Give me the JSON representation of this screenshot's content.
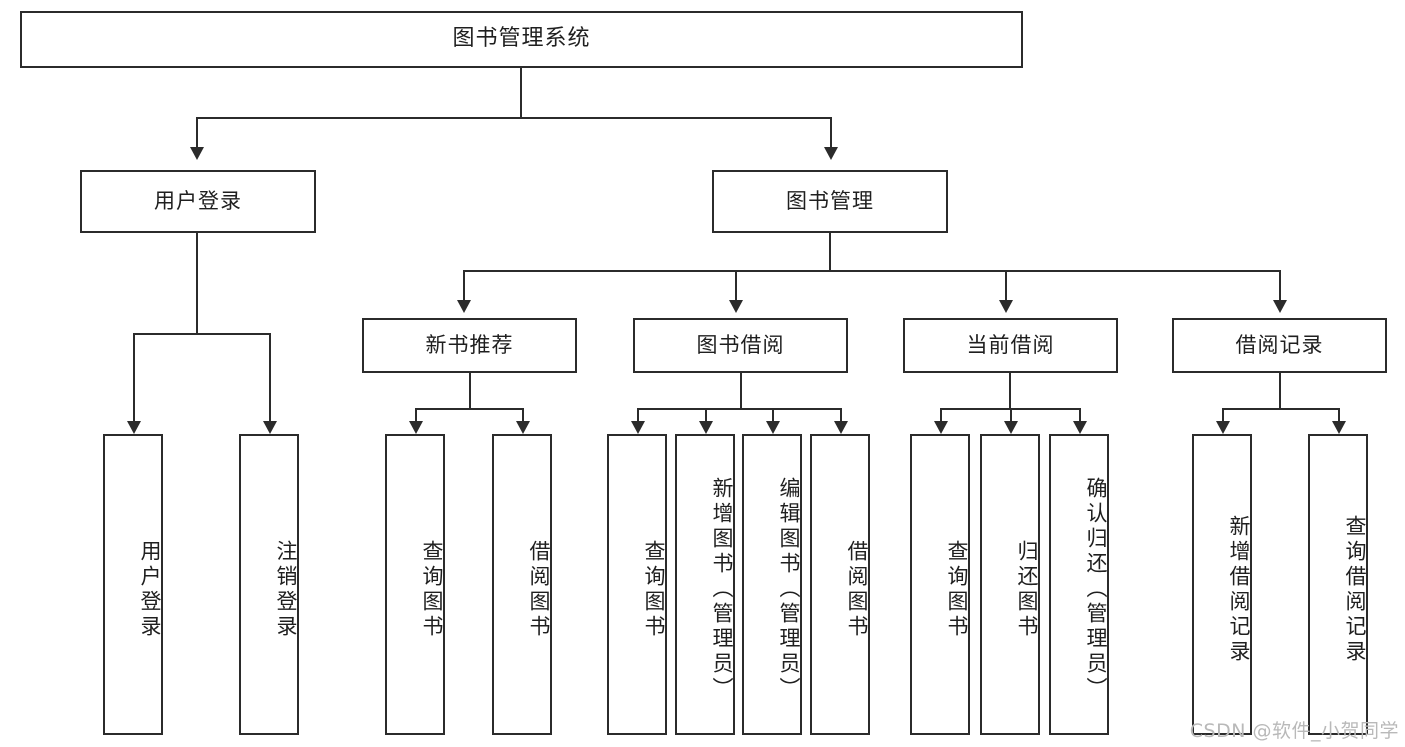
{
  "diagram": {
    "title": "图书管理系统",
    "watermark": "CSDN @软件_小贺同学",
    "level2": {
      "user_login": "用户登录",
      "book_manage": "图书管理"
    },
    "level3": {
      "new_book_rec": "新书推荐",
      "book_borrow": "图书借阅",
      "current_borrow": "当前借阅",
      "borrow_record": "借阅记录"
    },
    "leaves": {
      "user_login_1": "用户登录",
      "user_login_2": "注销登录",
      "new_book_1": "查询图书",
      "new_book_2": "借阅图书",
      "borrow_1": "查询图书",
      "borrow_2": "新增图书（管理员）",
      "borrow_3": "编辑图书（管理员）",
      "borrow_4": "借阅图书",
      "current_1": "查询图书",
      "current_2": "归还图书",
      "current_3": "确认归还（管理员）",
      "record_1": "新增借阅记录",
      "record_2": "查询借阅记录"
    },
    "colors": {
      "stroke": "#2b2b2b",
      "fill": "#ffffff",
      "watermark": "#b9b9b9"
    }
  }
}
